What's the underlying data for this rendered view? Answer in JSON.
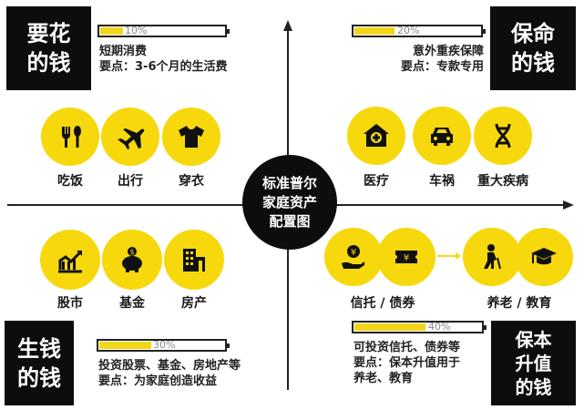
{
  "title_lines": [
    "标准普尔",
    "家庭资产",
    "配置图"
  ],
  "colors": {
    "accent": "#f7d80d",
    "box": "#0d0d0d"
  },
  "quadrants": {
    "top_left": {
      "label_lines": [
        "要花",
        "的钱"
      ],
      "percent_label": "10%",
      "percent": 10,
      "desc": [
        "短期消费",
        "要点：3-6个月的生活费"
      ],
      "items": [
        {
          "icon": "fork-spoon-icon",
          "label": "吃饭"
        },
        {
          "icon": "airplane-icon",
          "label": "出行"
        },
        {
          "icon": "shirt-icon",
          "label": "穿衣"
        }
      ]
    },
    "top_right": {
      "label_lines": [
        "保命",
        "的钱"
      ],
      "percent_label": "20%",
      "percent": 20,
      "desc": [
        "意外重疾保障",
        "要点：专款专用"
      ],
      "items": [
        {
          "icon": "hospital-icon",
          "label": "医疗"
        },
        {
          "icon": "car-icon",
          "label": "车祸"
        },
        {
          "icon": "dna-icon",
          "label": "重大疾病"
        }
      ]
    },
    "bottom_left": {
      "label_lines": [
        "生钱",
        "的钱"
      ],
      "percent_label": "30%",
      "percent": 30,
      "desc": [
        "投资股票、基金、房地产等",
        "要点：为家庭创造收益"
      ],
      "items": [
        {
          "icon": "stock-chart-icon",
          "label": "股市"
        },
        {
          "icon": "piggy-bank-icon",
          "label": "基金"
        },
        {
          "icon": "building-icon",
          "label": "房产"
        }
      ]
    },
    "bottom_right": {
      "label_lines": [
        "保本",
        "升值",
        "的钱"
      ],
      "percent_label": "40%",
      "percent": 40,
      "desc": [
        "可投资信托、债券等",
        "要点：保本升值用于",
        "养老、教育"
      ],
      "items": [
        {
          "icon": "yen-hand-icon"
        },
        {
          "icon": "yen-ticket-icon"
        },
        {
          "icon": "elderly-icon"
        },
        {
          "icon": "graduation-cap-icon"
        }
      ],
      "group_labels": [
        "信托 / 债券",
        "养老 / 教育"
      ]
    }
  }
}
